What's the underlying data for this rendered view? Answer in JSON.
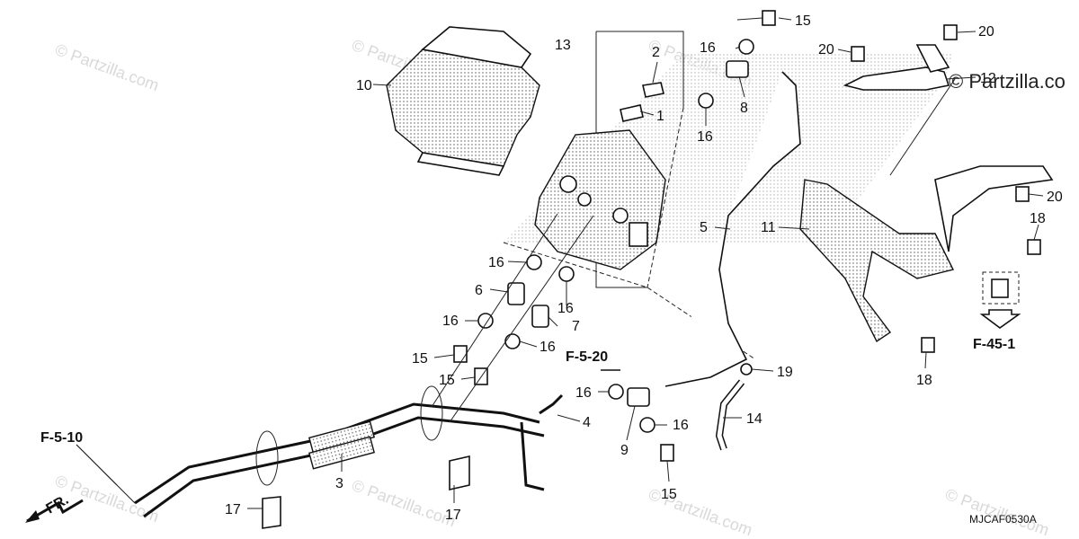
{
  "brand": {
    "text": "© Partzilla.co"
  },
  "watermark_text": "© Partzilla.com",
  "diagram_code": "MJCAF0530A",
  "references": {
    "f_5_10": "F-5-10",
    "f_5_20": "F-5-20",
    "f_45_1": "F-45-1",
    "front": "FR."
  },
  "callouts": {
    "c1": "1",
    "c2": "2",
    "c3": "3",
    "c4": "4",
    "c5": "5",
    "c6": "6",
    "c7": "7",
    "c8": "8",
    "c9": "9",
    "c10": "10",
    "c11": "11",
    "c12": "12",
    "c13": "13",
    "c14": "14",
    "c15a": "15",
    "c15b": "15",
    "c15c": "15",
    "c15d": "15",
    "c16a": "16",
    "c16b": "16",
    "c16c": "16",
    "c16d": "16",
    "c16e": "16",
    "c16f": "16",
    "c16g": "16",
    "c16h": "16",
    "c17a": "17",
    "c17b": "17",
    "c18a": "18",
    "c18b": "18",
    "c19": "19",
    "c20a": "20",
    "c20b": "20",
    "c20c": "20"
  }
}
